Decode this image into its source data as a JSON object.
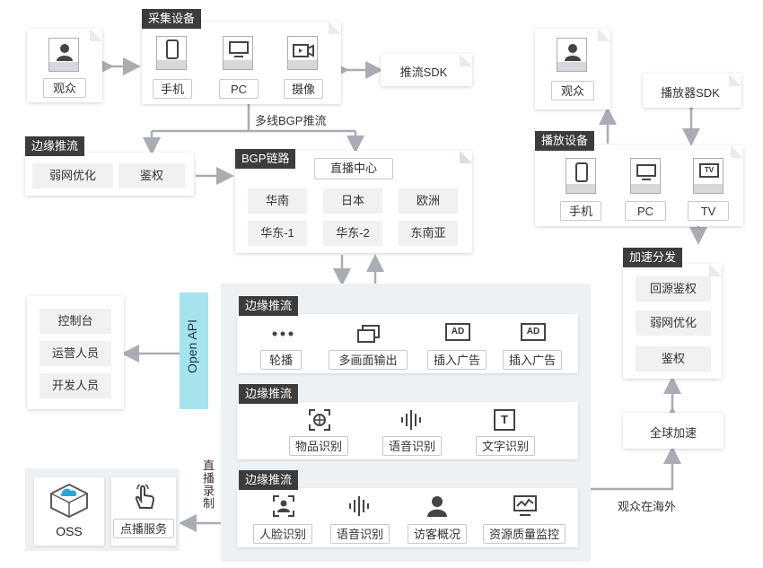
{
  "capture": {
    "title": "采集设备",
    "devices": [
      {
        "icon": "phone-icon",
        "label": "手机"
      },
      {
        "icon": "monitor-icon",
        "label": "PC"
      },
      {
        "icon": "camera-icon",
        "label": "摄像"
      }
    ]
  },
  "viewer_left": {
    "label": "观众",
    "icon": "user-icon"
  },
  "push_sdk": "推流SDK",
  "multi_bgp": "多线BGP推流",
  "edge_top": {
    "title": "边缘推流",
    "items": [
      "弱网优化",
      "鉴权"
    ]
  },
  "bgp": {
    "title": "BGP链路",
    "center": "直播中心",
    "regions": [
      "华南",
      "日本",
      "欧洲",
      "华东-1",
      "华东-2",
      "东南亚"
    ]
  },
  "console": {
    "items": [
      "控制台",
      "运营人员",
      "开发人员"
    ]
  },
  "open_api": "Open API",
  "edge_rows": [
    {
      "title": "边缘推流",
      "items": [
        {
          "icon": "carousel-icon",
          "label": "轮播"
        },
        {
          "icon": "multi-screen-icon",
          "label": "多画面输出"
        },
        {
          "icon": "ad-icon",
          "label": "插入广告",
          "badge": "AD"
        },
        {
          "icon": "ad-icon",
          "label": "插入广告",
          "badge": "AD"
        }
      ]
    },
    {
      "title": "边缘推流",
      "items": [
        {
          "icon": "object-recognition-icon",
          "label": "物品识别"
        },
        {
          "icon": "voice-recognition-icon",
          "label": "语音识别"
        },
        {
          "icon": "text-recognition-icon",
          "label": "文字识别",
          "badge": "T"
        }
      ]
    },
    {
      "title": "边缘推流",
      "items": [
        {
          "icon": "face-recognition-icon",
          "label": "人脸识别"
        },
        {
          "icon": "voice-recognition-icon",
          "label": "语音识别"
        },
        {
          "icon": "visitor-icon",
          "label": "访客概况"
        },
        {
          "icon": "quality-monitor-icon",
          "label": "资源质量监控"
        }
      ]
    }
  ],
  "storage": {
    "oss": "OSS",
    "vod": "点播服务",
    "record": "直播录制"
  },
  "viewer_right": {
    "label": "观众",
    "icon": "user-icon"
  },
  "player_sdk": "播放器SDK",
  "playback": {
    "title": "播放设备",
    "devices": [
      {
        "icon": "phone-icon",
        "label": "手机"
      },
      {
        "icon": "monitor-icon",
        "label": "PC"
      },
      {
        "icon": "tv-icon",
        "label": "TV",
        "badge": "TV"
      }
    ]
  },
  "accel": {
    "title": "加速分发",
    "items": [
      "回源鉴权",
      "弱网优化",
      "鉴权"
    ]
  },
  "global_accel": "全球加速",
  "overseas": "观众在海外"
}
